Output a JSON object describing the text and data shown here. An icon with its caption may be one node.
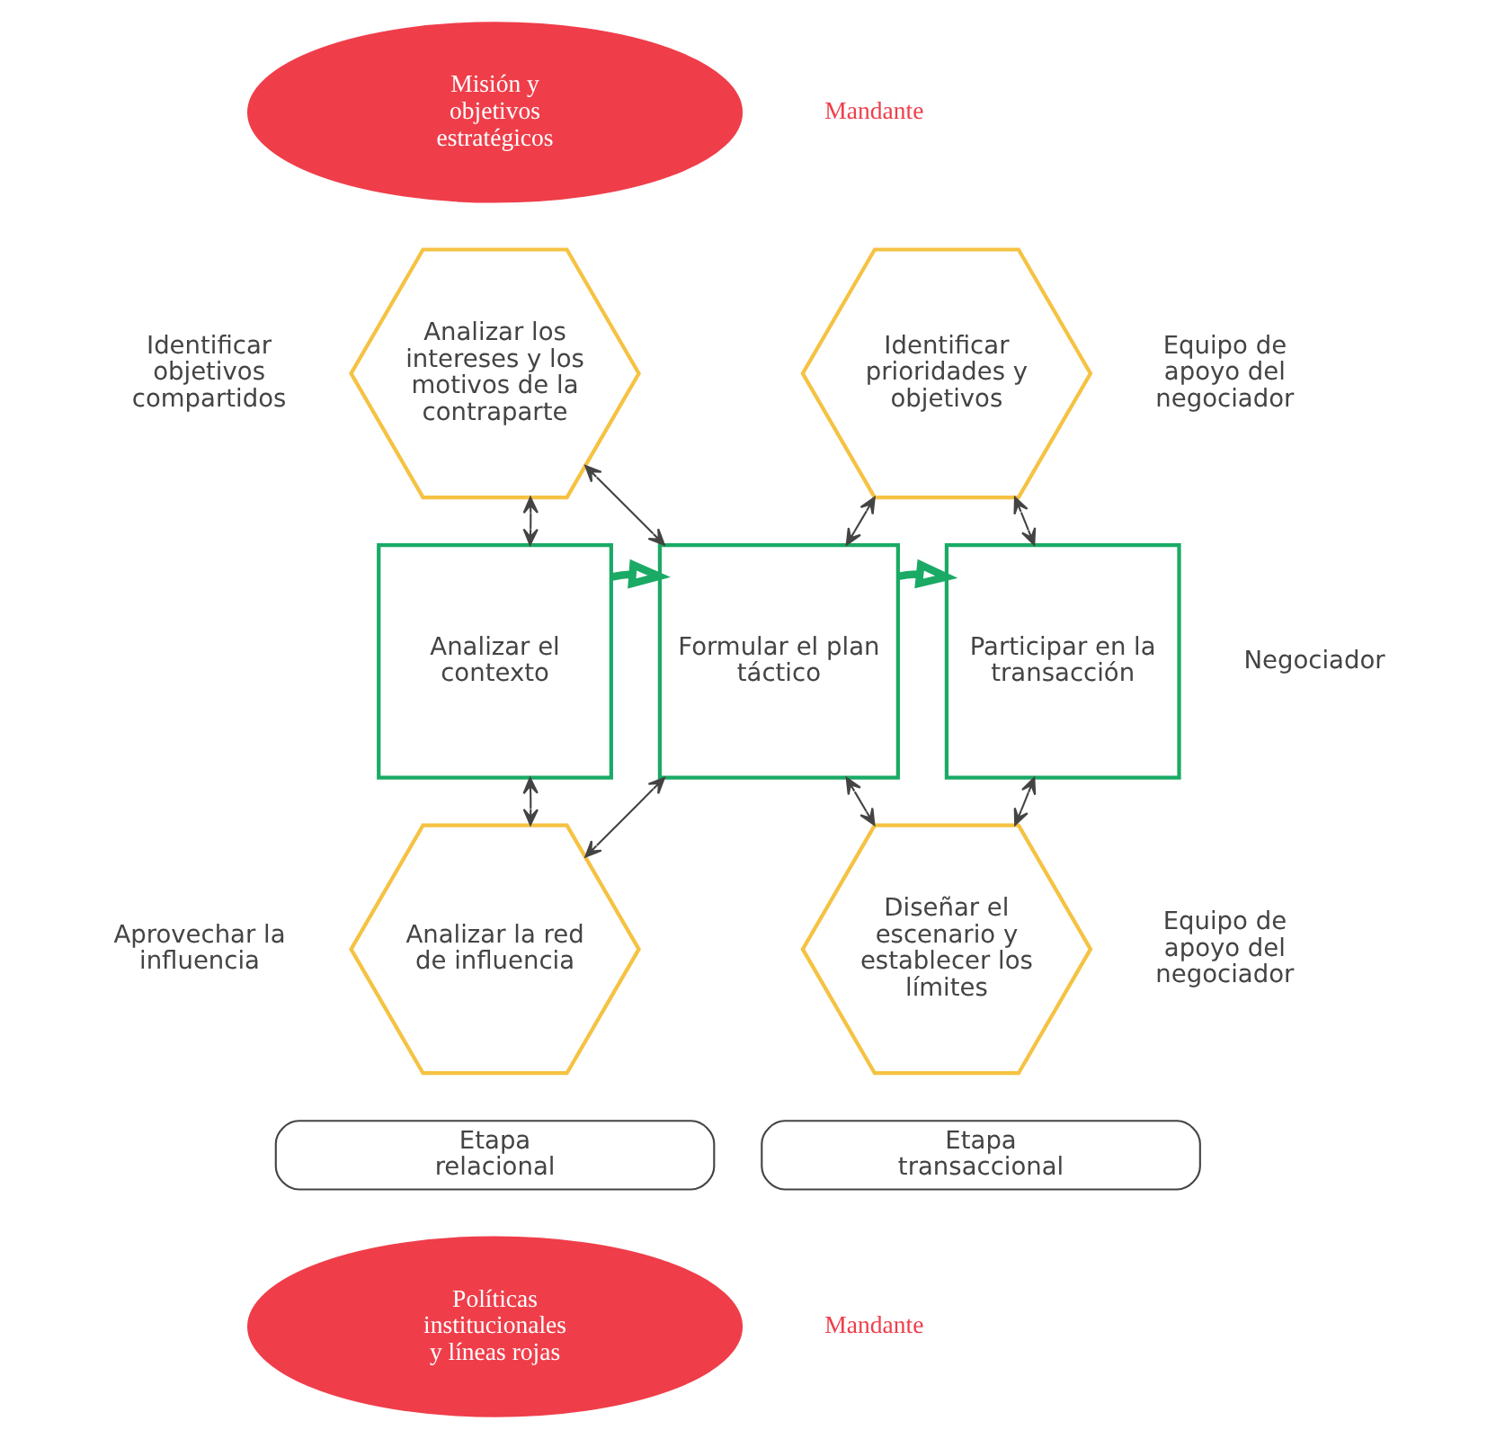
{
  "diagram": {
    "nodes": [
      {
        "text": [
          "Misión y objetivos estratégicos"
        ]
      },
      {
        "text": [
          "Analizar los intereses y los motivos de la contraparte"
        ]
      },
      {
        "text": [
          "Identificar prioridades y objetivos"
        ]
      },
      {
        "text": [
          "Analizar el contexto"
        ]
      },
      {
        "text": [
          "Formular el plan táctico"
        ]
      },
      {
        "text": [
          "Participar en la transacción"
        ]
      },
      {
        "text": [
          "Analizar la red de influencia"
        ]
      },
      {
        "text": [
          "Diseñar el escenario y establecer los límites"
        ]
      },
      {
        "text": [
          "Políticas institucionales y líneas rojas"
        ]
      }
    ],
    "edges": [
      {
        "from": 3,
        "to": 1,
        "arrow": "both"
      },
      {
        "from": 1,
        "to": 4,
        "arrow": "both"
      },
      {
        "from": 4,
        "to": 2,
        "arrow": "both"
      },
      {
        "from": 2,
        "to": 5,
        "arrow": "both"
      },
      {
        "from": 3,
        "to": 6,
        "arrow": "both"
      },
      {
        "from": 6,
        "to": 4,
        "arrow": "both"
      },
      {
        "from": 4,
        "to": 7,
        "arrow": "both"
      },
      {
        "from": 7,
        "to": 5,
        "arrow": "both"
      },
      {
        "from": 3,
        "to": 4,
        "arrow": "to",
        "style": "thick",
        "color": "#1aaa65"
      },
      {
        "from": 4,
        "to": 5,
        "arrow": "to",
        "style": "thick",
        "color": "#1aaa65"
      }
    ],
    "labels": [
      "Mandante",
      "Identificar objetivos compartidos",
      "Equipo de apoyo del negociador",
      "Negociador",
      "Aprovechar la influencia",
      "Equipo de apoyo del negociador",
      "Etapa relacional",
      "Etapa transaccional",
      "Mandante"
    ]
  }
}
